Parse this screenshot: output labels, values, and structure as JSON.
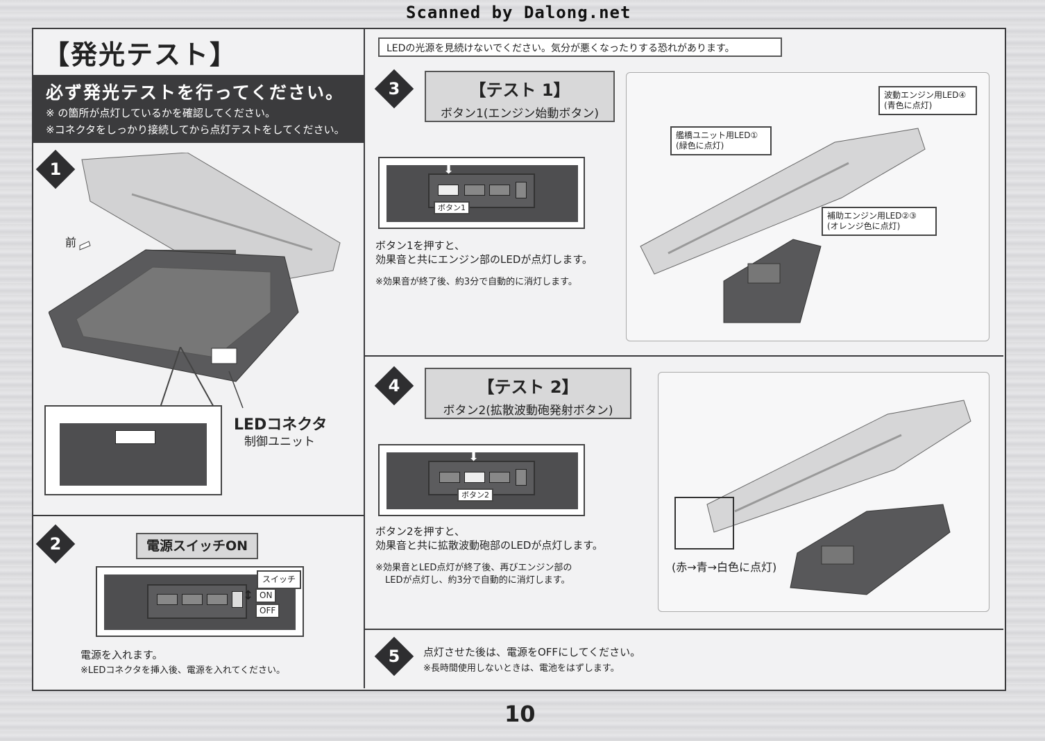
{
  "scan_credit": "Scanned by Dalong.net",
  "title": "【発光テスト】",
  "intro": {
    "heading": "必ず発光テストを行ってください。",
    "note1": "※ の箇所が点灯しているかを確認してください。",
    "note2": "※コネクタをしっかり接続してから点灯テストをしてください。"
  },
  "step1": {
    "num": "1",
    "front_label": "前",
    "connector_label": "LEDコネクタ",
    "unit_label": "制御ユニット"
  },
  "step2": {
    "num": "2",
    "heading": "電源スイッチON",
    "switch_label": "スイッチ",
    "on_label": "ON",
    "off_label": "OFF",
    "text": "電源を入れます。",
    "note": "※LEDコネクタを挿入後、電源を入れてください。"
  },
  "warning": "LEDの光源を見続けないでください。気分が悪くなったりする恐れがあります。",
  "step3": {
    "num": "3",
    "test_title": "【テスト 1】",
    "test_sub": "ボタン1(エンジン始動ボタン)",
    "button_label": "ボタン1",
    "text1": "ボタン1を押すと、",
    "text2": "効果音と共にエンジン部のLEDが点灯します。",
    "note": "※効果音が終了後、約3分で自動的に消灯します。",
    "led1_l1": "艦橋ユニット用LED①",
    "led1_l2": "(緑色に点灯)",
    "led4_l1": "波動エンジン用LED④",
    "led4_l2": "(青色に点灯)",
    "led23_l1": "補助エンジン用LED②③",
    "led23_l2": "(オレンジ色に点灯)"
  },
  "step4": {
    "num": "4",
    "test_title": "【テスト 2】",
    "test_sub": "ボタン2(拡散波動砲発射ボタン)",
    "button_label": "ボタン2",
    "text1": "ボタン2を押すと、",
    "text2": "効果音と共に拡散波動砲部のLEDが点灯します。",
    "note1": "※効果音とLED点灯が終了後、再びエンジン部の",
    "note2": "LEDが点灯し、約3分で自動的に消灯します。",
    "color_label": "(赤→青→白色に点灯)"
  },
  "step5": {
    "num": "5",
    "text": "点灯させた後は、電源をOFFにしてください。",
    "note": "※長時間使用しないときは、電池をはずします。"
  },
  "page_number": "10"
}
